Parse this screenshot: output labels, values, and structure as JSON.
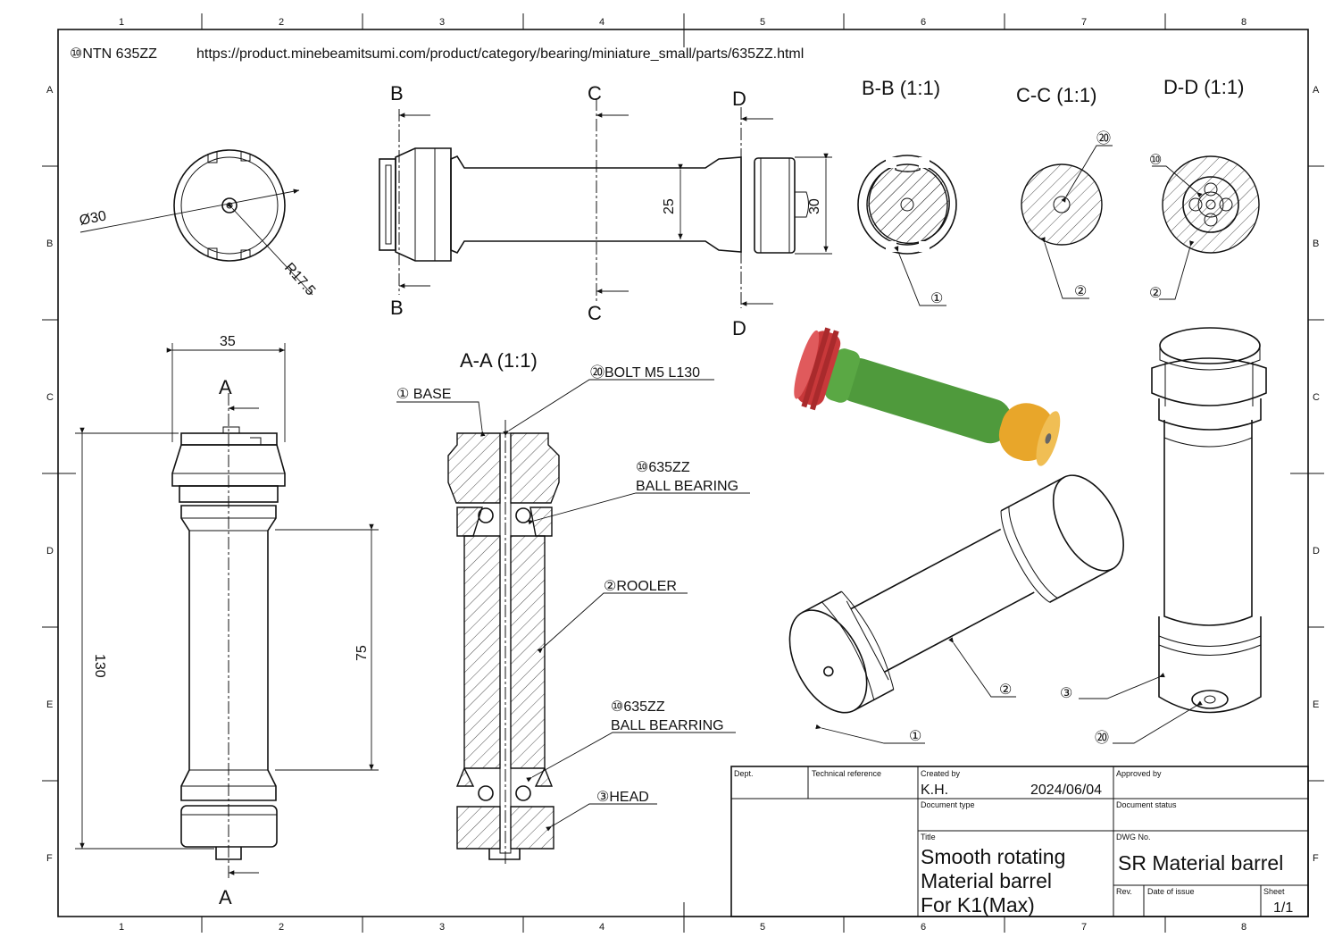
{
  "note": {
    "item": "⑩NTN  635ZZ",
    "url": "https://product.minebeamitsumi.com/product/category/bearing/miniature_small/parts/635ZZ.html"
  },
  "zones": {
    "columns": [
      "1",
      "2",
      "3",
      "4",
      "5",
      "6",
      "7",
      "8"
    ],
    "rows": [
      "A",
      "B",
      "C",
      "D",
      "E",
      "F"
    ]
  },
  "sections": {
    "bb": "B-B (1:1)",
    "cc": "C-C (1:1)",
    "dd": "D-D (1:1)",
    "aa": "A-A (1:1)"
  },
  "cut_letters": {
    "a": "A",
    "b": "B",
    "c": "C",
    "d": "D"
  },
  "dimensions": {
    "dia": "Ø30",
    "radius": "R17.5",
    "d25": "25",
    "d30": "30",
    "width": "35",
    "height": "130",
    "length": "75"
  },
  "callouts": {
    "base": "①  BASE",
    "bolt": "⑳BOLT M5 L130",
    "bearing_top_1": "⑩635ZZ",
    "bearing_top_2": "BALL BEARING",
    "rooler": "②ROOLER",
    "bearing_bot_1": "⑩635ZZ",
    "bearing_bot_2": "BALL BEARRING",
    "head": "③HEAD",
    "c1": "①",
    "c2": "②",
    "c3": "③",
    "c10": "⑩",
    "c20": "⑳"
  },
  "title_block": {
    "dept_label": "Dept.",
    "techref_label": "Technical reference",
    "created_label": "Created by",
    "created_by": "K.H.",
    "date": "2024/06/04",
    "approved_label": "Approved by",
    "doctype_label": "Document type",
    "docstatus_label": "Document status",
    "title_label": "Title",
    "title_1": "Smooth rotating",
    "title_2": "Material barrel",
    "title_3": "For K1(Max)",
    "dwg_label": "DWG No.",
    "dwg_no": "SR Material barrel",
    "rev_label": "Rev.",
    "issue_label": "Date of issue",
    "sheet_label": "Sheet",
    "sheet": "1/1"
  },
  "colors": {
    "base_part": "#c8383a",
    "roller_part": "#4f9a3c",
    "head_part": "#e8a62a"
  }
}
